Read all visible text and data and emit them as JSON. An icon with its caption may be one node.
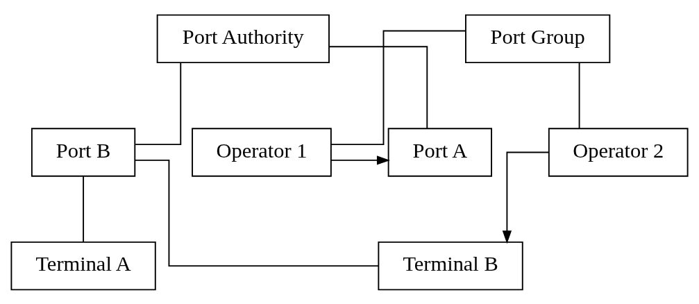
{
  "diagram": {
    "nodes": [
      {
        "text": [
          "Port Authority"
        ]
      },
      {
        "text": [
          "Port Group"
        ]
      },
      {
        "text": [
          "Port A"
        ]
      },
      {
        "text": [
          "Port B"
        ]
      },
      {
        "text": [
          "Operator 1"
        ]
      },
      {
        "text": [
          "Operator 2"
        ]
      },
      {
        "text": [
          "Terminal A"
        ]
      },
      {
        "text": [
          "Terminal B"
        ]
      }
    ],
    "edges": [
      {
        "from": 0,
        "to": 2,
        "arrow": "none"
      },
      {
        "from": 0,
        "to": 3,
        "arrow": "none"
      },
      {
        "from": 1,
        "to": 4,
        "arrow": "none"
      },
      {
        "from": 1,
        "to": 5,
        "arrow": "none"
      },
      {
        "from": 4,
        "to": 2,
        "arrow": "to"
      },
      {
        "from": 3,
        "to": 6,
        "arrow": "none"
      },
      {
        "from": 3,
        "to": 7,
        "arrow": "none"
      },
      {
        "from": 5,
        "to": 7,
        "arrow": "to"
      }
    ]
  }
}
